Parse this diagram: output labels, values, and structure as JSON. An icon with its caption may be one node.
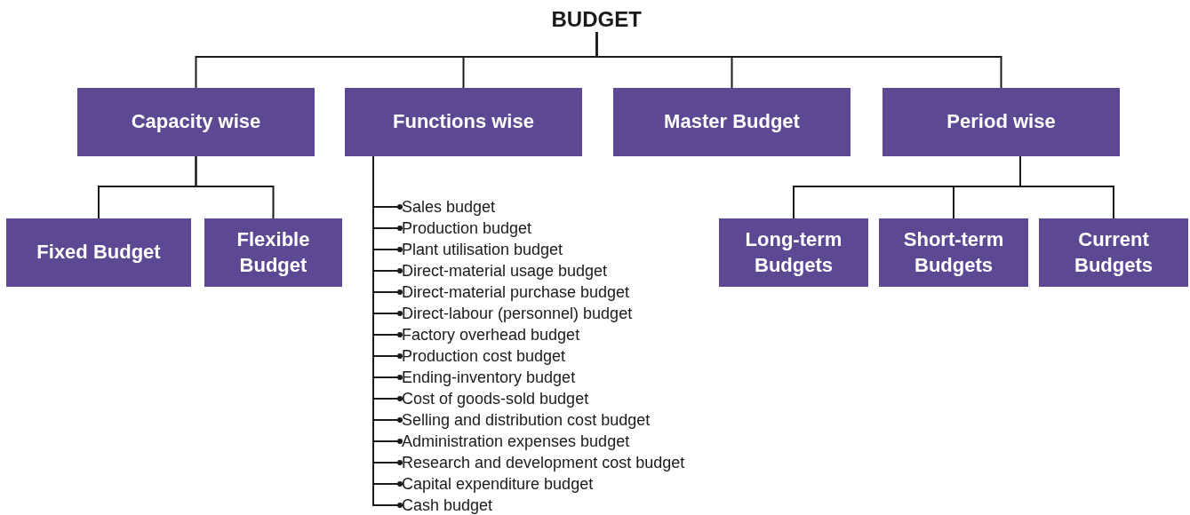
{
  "diagram": {
    "nodes": [
      {
        "text": [
          "BUDGET"
        ]
      },
      {
        "text": [
          "Capacity wise"
        ]
      },
      {
        "text": [
          "Functions wise"
        ]
      },
      {
        "text": [
          "Master Budget"
        ]
      },
      {
        "text": [
          "Period wise"
        ]
      },
      {
        "text": [
          "Fixed Budget"
        ]
      },
      {
        "text": [
          "Flexible Budget"
        ]
      },
      {
        "text": [
          "Long-term Budgets"
        ]
      },
      {
        "text": [
          "Short-term Budgets"
        ]
      },
      {
        "text": [
          "Current Budgets"
        ]
      },
      {
        "text": [
          "Sales budget"
        ]
      },
      {
        "text": [
          "Production budget"
        ]
      },
      {
        "text": [
          "Plant utilisation budget"
        ]
      },
      {
        "text": [
          "Direct-material usage budget"
        ]
      },
      {
        "text": [
          "Direct-material purchase budget"
        ]
      },
      {
        "text": [
          "Direct-labour (personnel) budget"
        ]
      },
      {
        "text": [
          "Factory overhead budget"
        ]
      },
      {
        "text": [
          "Production cost budget"
        ]
      },
      {
        "text": [
          "Ending-inventory budget"
        ]
      },
      {
        "text": [
          "Cost of goods-sold budget"
        ]
      },
      {
        "text": [
          "Selling and distribution cost budget"
        ]
      },
      {
        "text": [
          "Administration expenses budget"
        ]
      },
      {
        "text": [
          "Research and development cost budget"
        ]
      },
      {
        "text": [
          "Capital expenditure budget"
        ]
      },
      {
        "text": [
          "Cash budget"
        ]
      }
    ],
    "edges": [
      {
        "from": 0,
        "to": 1,
        "arrow": "none"
      },
      {
        "from": 0,
        "to": 2,
        "arrow": "none"
      },
      {
        "from": 0,
        "to": 3,
        "arrow": "none"
      },
      {
        "from": 0,
        "to": 4,
        "arrow": "none"
      },
      {
        "from": 1,
        "to": 5,
        "arrow": "none"
      },
      {
        "from": 1,
        "to": 6,
        "arrow": "none"
      },
      {
        "from": 4,
        "to": 7,
        "arrow": "none"
      },
      {
        "from": 4,
        "to": 8,
        "arrow": "none"
      },
      {
        "from": 4,
        "to": 9,
        "arrow": "none"
      },
      {
        "from": 2,
        "to": 10,
        "arrow": "other"
      },
      {
        "from": 2,
        "to": 11,
        "arrow": "other"
      },
      {
        "from": 2,
        "to": 12,
        "arrow": "other"
      },
      {
        "from": 2,
        "to": 13,
        "arrow": "other"
      },
      {
        "from": 2,
        "to": 14,
        "arrow": "other"
      },
      {
        "from": 2,
        "to": 15,
        "arrow": "other"
      },
      {
        "from": 2,
        "to": 16,
        "arrow": "other"
      },
      {
        "from": 2,
        "to": 17,
        "arrow": "other"
      },
      {
        "from": 2,
        "to": 18,
        "arrow": "other"
      },
      {
        "from": 2,
        "to": 19,
        "arrow": "other"
      },
      {
        "from": 2,
        "to": 20,
        "arrow": "other"
      },
      {
        "from": 2,
        "to": 21,
        "arrow": "other"
      },
      {
        "from": 2,
        "to": 22,
        "arrow": "other"
      },
      {
        "from": 2,
        "to": 23,
        "arrow": "other"
      },
      {
        "from": 2,
        "to": 24,
        "arrow": "other"
      }
    ]
  }
}
